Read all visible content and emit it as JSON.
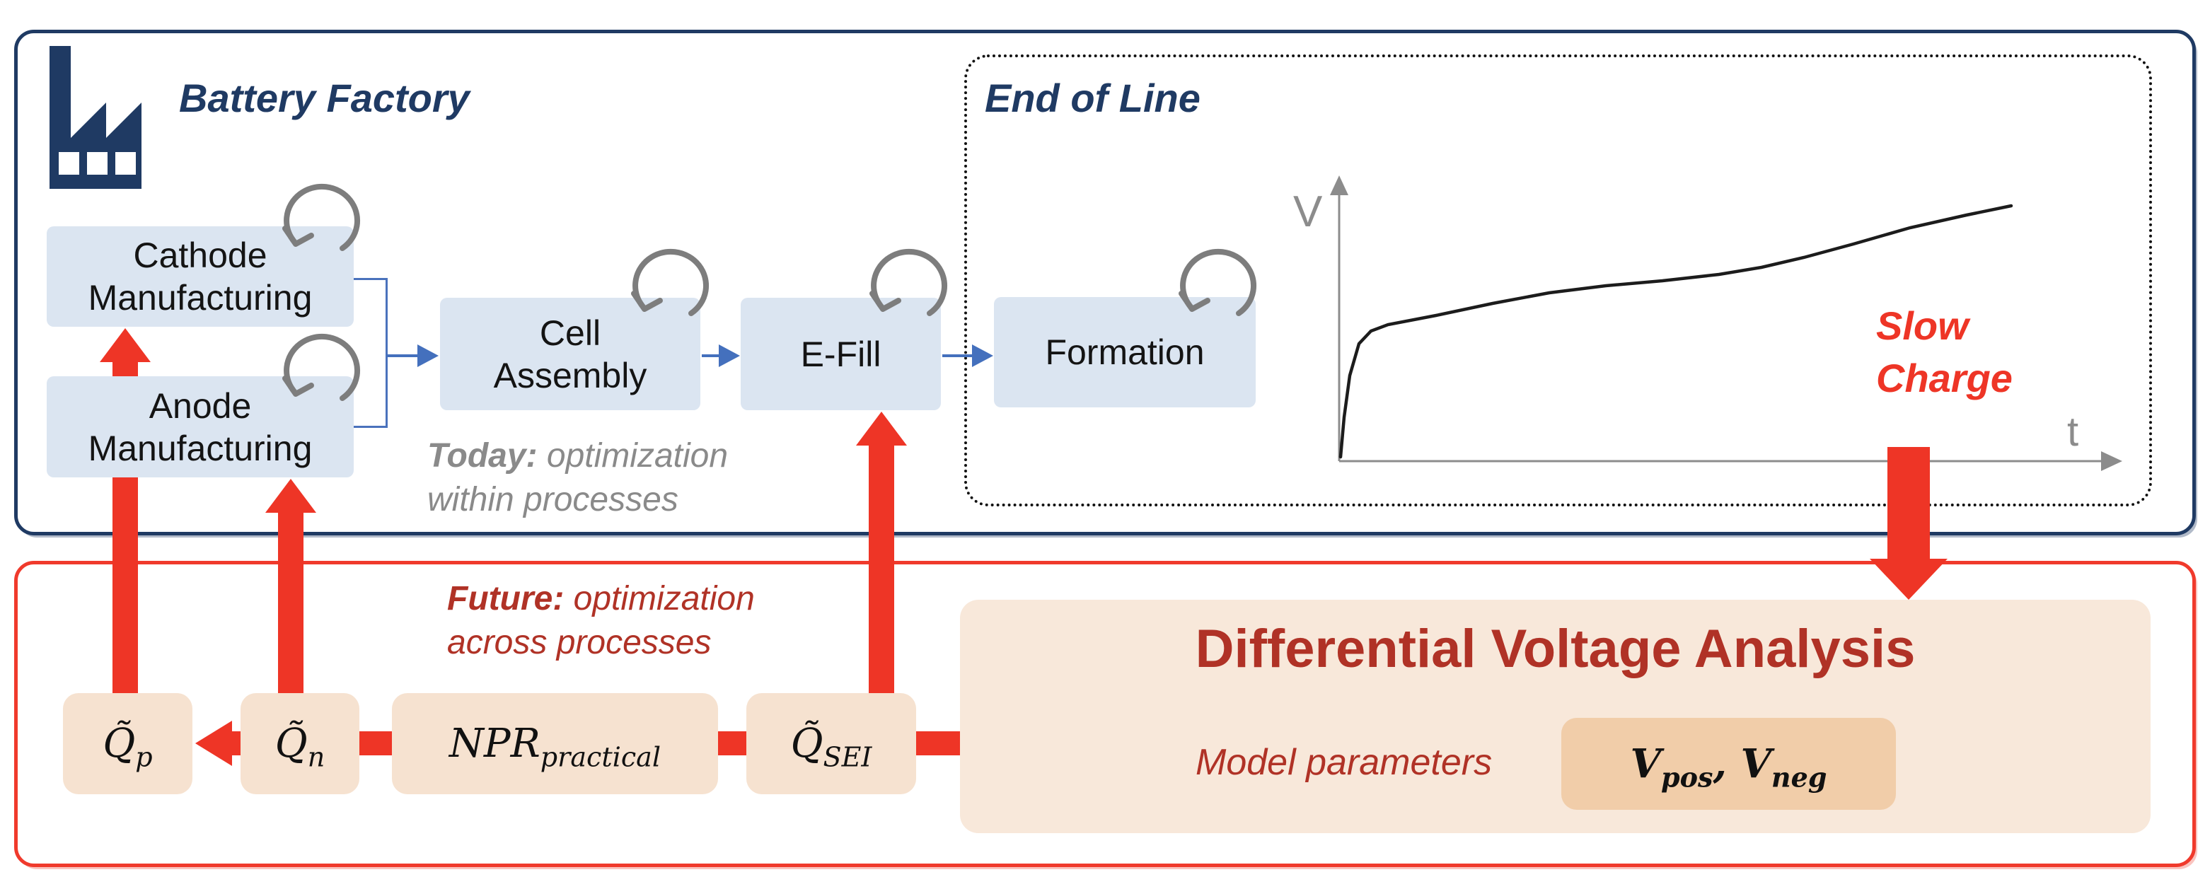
{
  "colors": {
    "navy": "#1f3a63",
    "panel_red_border": "#f03a2c",
    "arrow_red": "#ee3526",
    "dark_red_text": "#b03226",
    "process_box_fill": "#dbe5f1",
    "parameter_box_fill": "#f6e2d0",
    "dva_box_fill": "#f8e8da",
    "inner_parameter_fill": "#f1cda9",
    "blue_arrow": "#4470bd",
    "gray_text": "#8a8a8a",
    "loop_gray": "#7d7d7d",
    "curve_black": "#1c1c1c"
  },
  "battery_factory": {
    "title": "Battery Factory",
    "factory_icon": "factory-icon",
    "processes": [
      {
        "id": "cathode",
        "line1": "Cathode",
        "line2": "Manufacturing"
      },
      {
        "id": "anode",
        "line1": "Anode",
        "line2": "Manufacturing"
      },
      {
        "id": "cell-assembly",
        "line1": "Cell",
        "line2": "Assembly"
      },
      {
        "id": "e-fill",
        "line1": "E-Fill"
      },
      {
        "id": "formation",
        "line1": "Formation"
      }
    ],
    "loop_icon": "self-loop-arrow-icon",
    "today_note": {
      "bold": "Today:",
      "line1_rest": " optimization",
      "line2": "within processes"
    }
  },
  "end_of_line": {
    "title": "End of Line",
    "chart_data": {
      "type": "line",
      "title": "",
      "xlabel": "t",
      "ylabel": "V",
      "annotation_line1": "Slow",
      "annotation_line2": "Charge",
      "grid": false,
      "description": "schematic cell voltage vs time during slow formation charge",
      "curve_points": [
        [
          1895,
          646
        ],
        [
          1900,
          590
        ],
        [
          1908,
          531
        ],
        [
          1921,
          486
        ],
        [
          1938,
          468
        ],
        [
          1962,
          459
        ],
        [
          2030,
          446
        ],
        [
          2110,
          429
        ],
        [
          2190,
          414
        ],
        [
          2270,
          404
        ],
        [
          2350,
          397
        ],
        [
          2430,
          388
        ],
        [
          2490,
          378
        ],
        [
          2550,
          364
        ],
        [
          2620,
          345
        ],
        [
          2700,
          322
        ],
        [
          2780,
          304
        ],
        [
          2843,
          291
        ]
      ]
    }
  },
  "future_note": {
    "bold": "Future:",
    "line1_rest": " optimization",
    "line2": "across processes"
  },
  "parameters": [
    {
      "id": "q-p",
      "base": "Q̃",
      "sub": "p"
    },
    {
      "id": "q-n",
      "base": "Q̃",
      "sub": "n"
    },
    {
      "id": "npr",
      "base": "NPR",
      "sub": "practical"
    },
    {
      "id": "q-sei",
      "base": "Q̃",
      "sub": "SEI"
    }
  ],
  "dva": {
    "title": "Differential Voltage Analysis",
    "model_parameters_label": "Model parameters",
    "params": {
      "p1_base": "V",
      "p1_sub": "pos",
      "separator": ", ",
      "p2_base": "V",
      "p2_sub": "neg"
    }
  }
}
